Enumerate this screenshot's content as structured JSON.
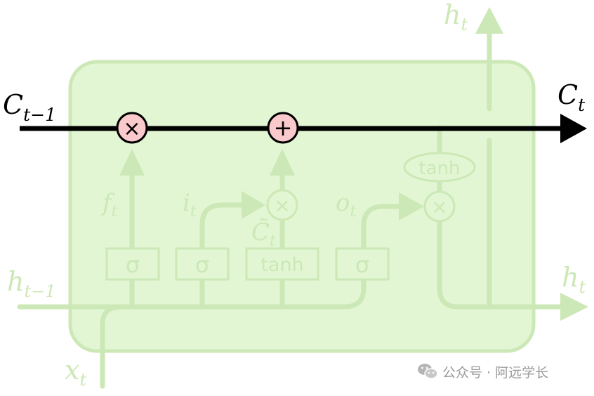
{
  "diagram": {
    "labels": {
      "c_prev_base": "C",
      "c_prev_sub": "t−1",
      "c_next_base": "C",
      "c_next_sub": "t",
      "h_prev_base": "h",
      "h_prev_sub": "t−1",
      "h_out_base": "h",
      "h_out_sub": "t",
      "h_top_base": "h",
      "h_top_sub": "t",
      "x_base": "x",
      "x_sub": "t",
      "f_base": "f",
      "f_sub": "t",
      "i_base": "i",
      "i_sub": "t",
      "o_base": "o",
      "o_sub": "t",
      "ctilde_base": "C̃",
      "ctilde_sub": "t"
    },
    "ops": {
      "forget_multiply": "×",
      "cell_add": "+",
      "input_multiply": "×",
      "output_multiply": "×"
    },
    "gates": {
      "forget": "σ",
      "input": "σ",
      "candidate": "tanh",
      "output": "σ",
      "cell_tanh": "tanh"
    },
    "colors": {
      "faded_green": "#cce8b6",
      "cell_fill": "#e2f6d3",
      "highlight_line": "#000000",
      "op_fill": "#f9c9cc"
    }
  },
  "watermark": {
    "text": "公众号 · 阿远学长",
    "icon": "wechat-icon"
  }
}
